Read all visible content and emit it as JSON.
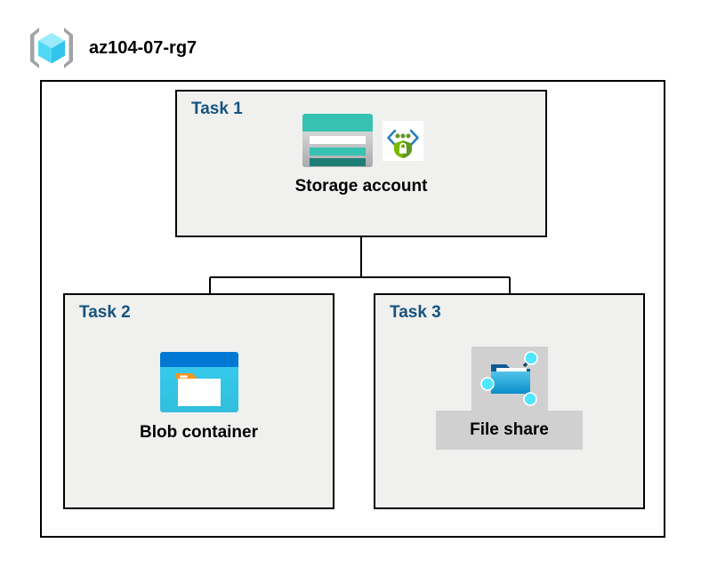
{
  "header": {
    "icon": "resource-group-icon",
    "title": "az104-07-rg7"
  },
  "boundary": {
    "name": "resource-group-boundary"
  },
  "tasks": [
    {
      "id": "task-1",
      "label": "Task 1",
      "node": {
        "caption": "Storage account",
        "icons": [
          "storage-account-icon",
          "secure-endpoint-icon"
        ],
        "highlighted": false
      }
    },
    {
      "id": "task-2",
      "label": "Task 2",
      "node": {
        "caption": "Blob container",
        "icons": [
          "blob-container-icon"
        ],
        "highlighted": false
      }
    },
    {
      "id": "task-3",
      "label": "Task 3",
      "node": {
        "caption": "File share",
        "icons": [
          "file-share-icon"
        ],
        "highlighted": true
      }
    }
  ],
  "connectors": {
    "name": "hierarchy-connectors",
    "from": "Storage account",
    "to": [
      "Blob container",
      "File share"
    ]
  },
  "colors": {
    "task_label": "#16537e",
    "task_background": "#f0f0ef",
    "border": "#000000",
    "highlight_background": "#d0d0d0",
    "azure_blue": "#0078d4",
    "azure_cyan": "#32bedd",
    "storage_teal": "#37c2b1",
    "shield_green": "#5e9624"
  }
}
